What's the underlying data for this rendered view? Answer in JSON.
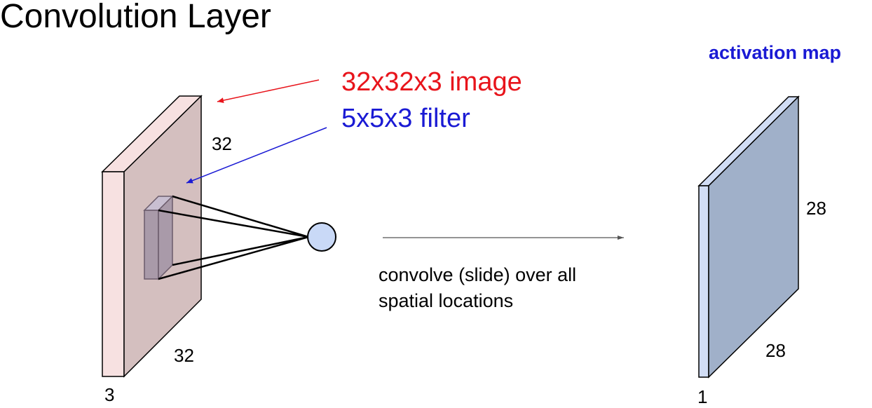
{
  "title": "Convolution Layer",
  "image_label": "32x32x3 image",
  "filter_label": "5x5x3 filter",
  "activation_label": "activation map",
  "input_dims": {
    "height": "32",
    "width": "32",
    "depth": "3"
  },
  "output_dims": {
    "height": "28",
    "width": "28",
    "depth": "1"
  },
  "caption": {
    "line1": "convolve (slide) over all",
    "line2": "spatial locations"
  },
  "colors": {
    "image_label": "#e8141b",
    "filter_label": "#1a1ad4",
    "activation_label": "#1a1ad4",
    "input_front": "#d4bfbf",
    "input_side": "#f7e1e1",
    "filter_front": "#a99aa9",
    "output_front": "#a0b0c9",
    "output_side": "#d1ddf5",
    "neuron": "#c9d9f7"
  }
}
